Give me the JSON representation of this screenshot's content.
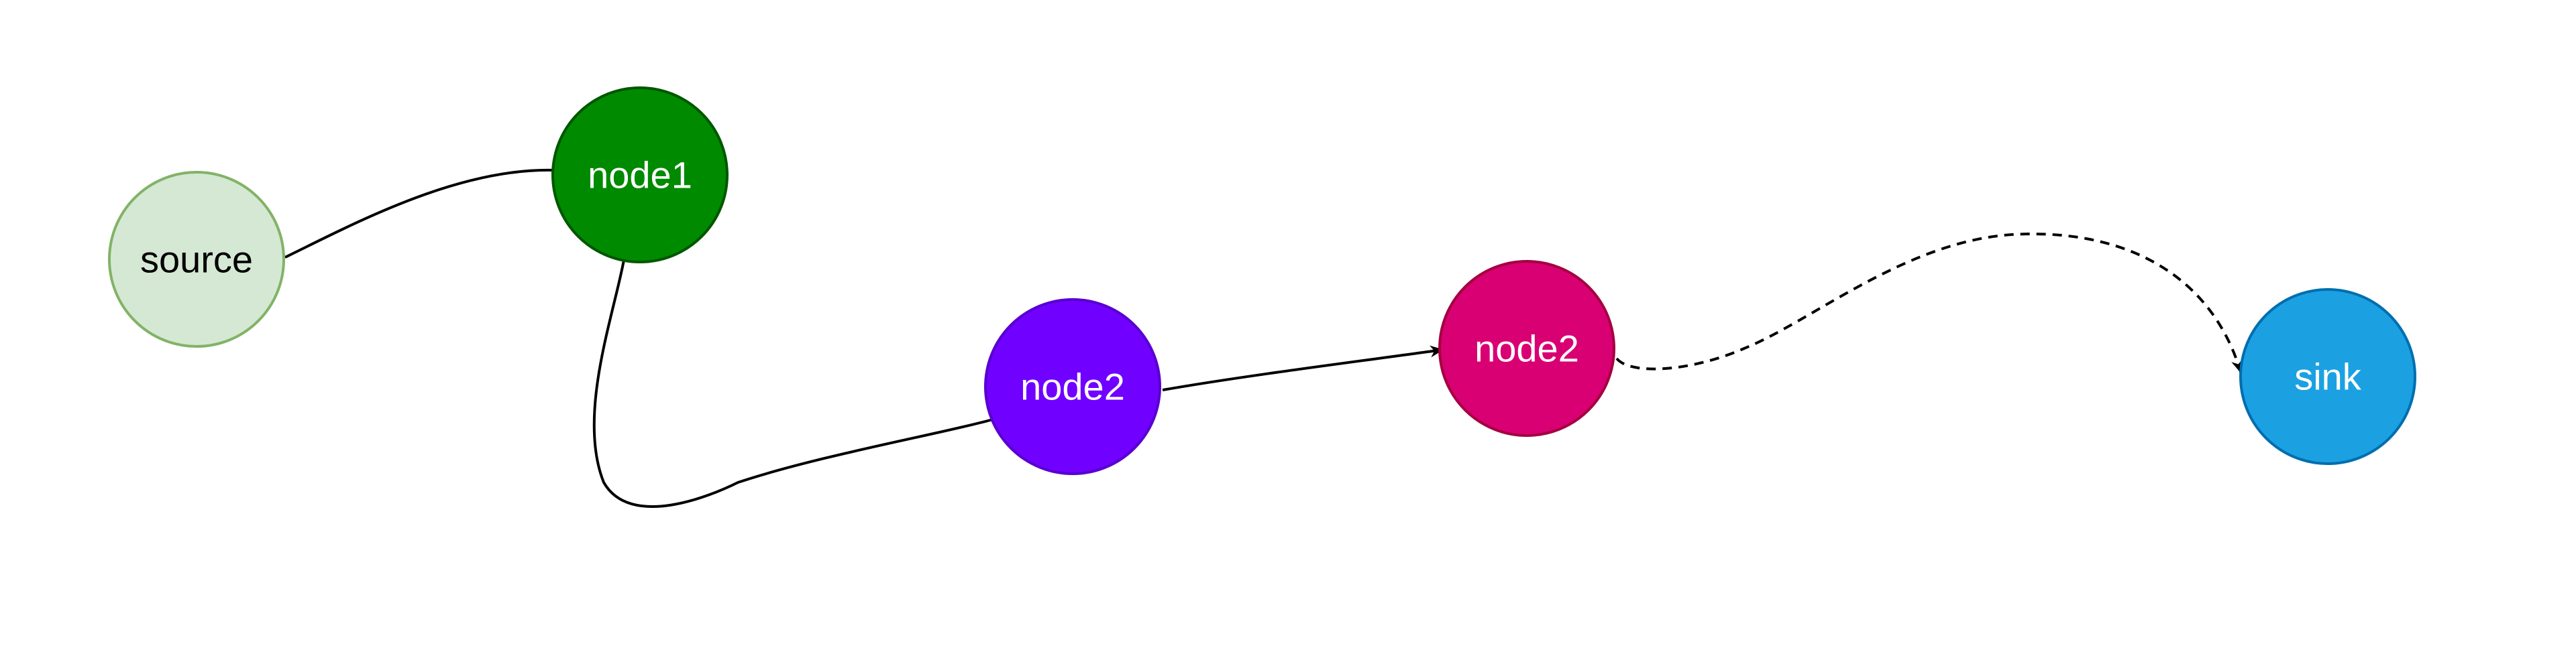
{
  "diagram": {
    "nodes": [
      {
        "id": "source",
        "label": "source",
        "fill": "#d5e8d4",
        "stroke": "#82b366",
        "text_color": "#000000"
      },
      {
        "id": "node1",
        "label": "node1",
        "fill": "#008a00",
        "stroke": "#005700",
        "text_color": "#ffffff"
      },
      {
        "id": "node2a",
        "label": "node2",
        "fill": "#7000ff",
        "stroke": "#5a00d0",
        "text_color": "#ffffff"
      },
      {
        "id": "node2b",
        "label": "node2",
        "fill": "#d80073",
        "stroke": "#a50040",
        "text_color": "#ffffff"
      },
      {
        "id": "sink",
        "label": "sink",
        "fill": "#1ba1e2",
        "stroke": "#006eaf",
        "text_color": "#ffffff"
      }
    ],
    "edges": [
      {
        "from": "source",
        "to": "node1",
        "style": "solid",
        "arrow": false
      },
      {
        "from": "node1",
        "to": "node2a",
        "style": "solid",
        "arrow": false
      },
      {
        "from": "node2a",
        "to": "node2b",
        "style": "solid",
        "arrow": true
      },
      {
        "from": "node2b",
        "to": "sink",
        "style": "dashed",
        "arrow": true
      }
    ],
    "edge_color": "#000000"
  }
}
